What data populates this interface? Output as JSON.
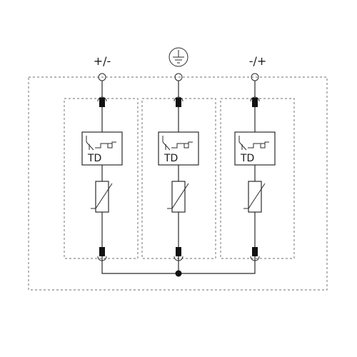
{
  "terminals": {
    "left_label": "+/-",
    "right_label": "-/+",
    "center_symbol": "protective-earth-icon"
  },
  "modules": [
    {
      "device_label": "TD",
      "device_icon": "thermal-disconnector-icon",
      "varistor_icon": "varistor-icon"
    },
    {
      "device_label": "TD",
      "device_icon": "thermal-disconnector-icon",
      "varistor_icon": "varistor-icon"
    },
    {
      "device_label": "TD",
      "device_icon": "thermal-disconnector-icon",
      "varistor_icon": "varistor-icon"
    }
  ],
  "colors": {
    "line": "#2b2b2b",
    "dashed_border": "#8a8a8a",
    "background": "#ffffff"
  }
}
